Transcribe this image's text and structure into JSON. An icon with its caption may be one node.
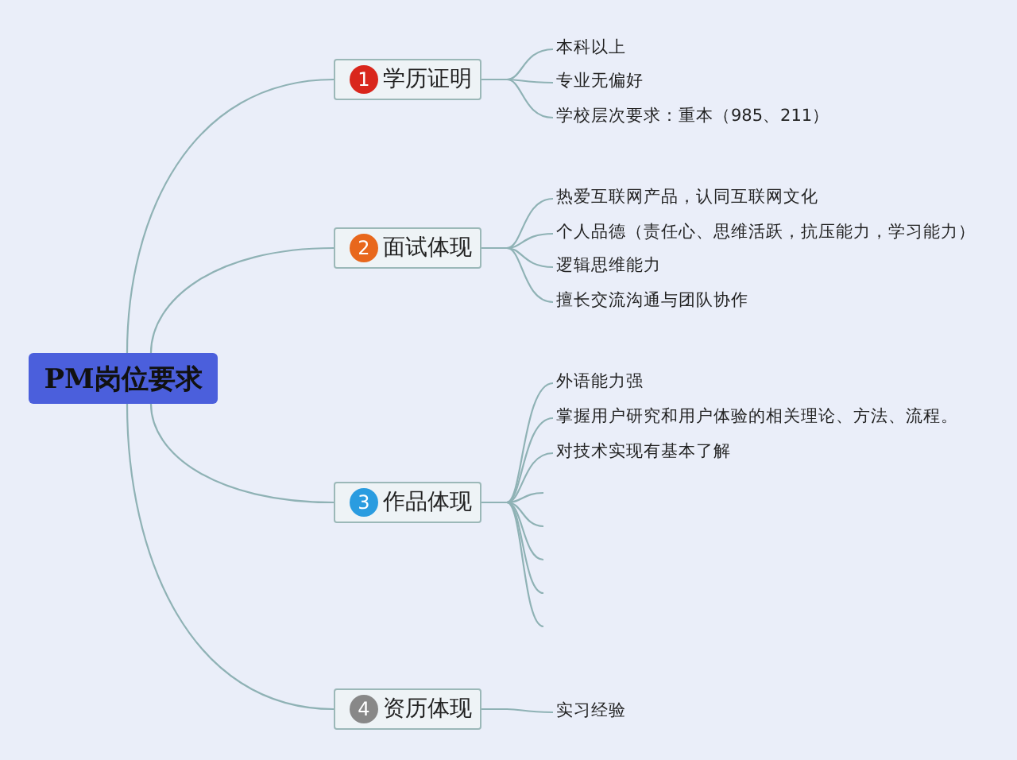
{
  "diagram": {
    "nodes": [
      {
        "text": [
          "PM岗位要求"
        ]
      },
      {
        "text": [
          "1",
          "学历证明"
        ]
      },
      {
        "text": [
          "本科以上"
        ]
      },
      {
        "text": [
          "专业无偏好"
        ]
      },
      {
        "text": [
          "学校层次要求：重本（985、211）"
        ]
      },
      {
        "text": [
          "2",
          "面试体现"
        ]
      },
      {
        "text": [
          "热爱互联网产品，认同互联网文化"
        ]
      },
      {
        "text": [
          "个人品德（责任心、思维活跃，抗压能力，学习能力）"
        ]
      },
      {
        "text": [
          "逻辑思维能力"
        ]
      },
      {
        "text": [
          "擅长交流沟通与团队协作"
        ]
      },
      {
        "text": [
          "3",
          "作品体现"
        ]
      },
      {
        "text": [
          "外语能力强"
        ]
      },
      {
        "text": [
          "掌握用户研究和用户体验的相关理论、方法、流程。"
        ]
      },
      {
        "text": [
          "对技术实现有基本了解"
        ]
      },
      {
        "text": [
          "4",
          "资历体现"
        ]
      },
      {
        "text": [
          "实习经验"
        ]
      }
    ],
    "edges": [
      {
        "from": 0,
        "to": 1,
        "arrow": "none"
      },
      {
        "from": 0,
        "to": 5,
        "arrow": "none"
      },
      {
        "from": 0,
        "to": 10,
        "arrow": "none"
      },
      {
        "from": 0,
        "to": 14,
        "arrow": "none"
      },
      {
        "from": 1,
        "to": 2,
        "arrow": "none"
      },
      {
        "from": 1,
        "to": 3,
        "arrow": "none"
      },
      {
        "from": 1,
        "to": 4,
        "arrow": "none"
      },
      {
        "from": 5,
        "to": 6,
        "arrow": "none"
      },
      {
        "from": 5,
        "to": 7,
        "arrow": "none"
      },
      {
        "from": 5,
        "to": 8,
        "arrow": "none"
      },
      {
        "from": 5,
        "to": 9,
        "arrow": "none"
      },
      {
        "from": 10,
        "to": 11,
        "arrow": "none"
      },
      {
        "from": 10,
        "to": 12,
        "arrow": "none"
      },
      {
        "from": 10,
        "to": 13,
        "arrow": "none"
      },
      {
        "from": 10,
        "to": null,
        "arrow": "none"
      },
      {
        "from": 10,
        "to": null,
        "arrow": "none"
      },
      {
        "from": 10,
        "to": null,
        "arrow": "none"
      },
      {
        "from": 10,
        "to": null,
        "arrow": "none"
      },
      {
        "from": 10,
        "to": null,
        "arrow": "none"
      },
      {
        "from": 14,
        "to": 15,
        "arrow": "none"
      }
    ]
  }
}
